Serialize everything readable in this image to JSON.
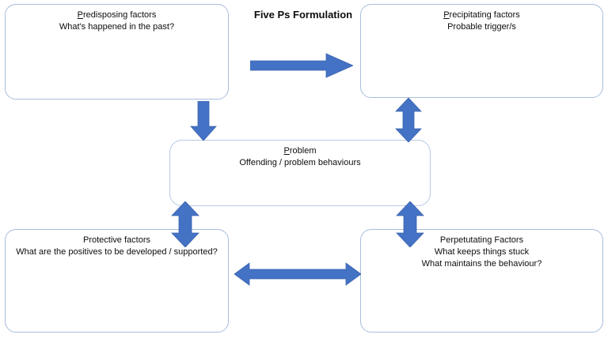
{
  "diagram": {
    "title": "Five Ps Formulation",
    "accent_color": "#4472C4",
    "box_border_color": "#A7BEDC",
    "text_color": "#0D0D0D",
    "boxes": [
      {
        "id": "predisposing",
        "title": "Predisposing factors",
        "title_underline_prefix": "P",
        "title_rest": "redisposing factors",
        "lines": [
          "What's happened in the past?"
        ]
      },
      {
        "id": "precipitating",
        "title": "Precipitating factors",
        "title_underline_prefix": "P",
        "title_rest": "recipitating factors",
        "lines": [
          "Probable trigger/s"
        ]
      },
      {
        "id": "problem",
        "title": "Problem",
        "title_underline_prefix": "P",
        "title_rest": "roblem",
        "lines": [
          "Offending / problem behaviours"
        ]
      },
      {
        "id": "protective",
        "title": "Protective factors",
        "title_underline_prefix": "",
        "title_rest": "Protective factors",
        "lines": [
          "What are the positives to be developed / supported?"
        ]
      },
      {
        "id": "perpetuating",
        "title": "Perpetutating Factors",
        "title_underline_prefix": "",
        "title_rest": "Perpetutating Factors",
        "lines": [
          "What keeps things stuck",
          "What maintains the behaviour?"
        ]
      }
    ],
    "arrows": [
      {
        "id": "top-horizontal",
        "icon": "arrow-right-icon",
        "from": "predisposing",
        "to": "precipitating",
        "direction": "right"
      },
      {
        "id": "left-down",
        "icon": "arrow-down-icon",
        "from": "predisposing",
        "to": "problem",
        "direction": "down"
      },
      {
        "id": "right-updown",
        "icon": "arrow-up-down-icon",
        "from": "precipitating",
        "to": "problem",
        "direction": "both-vertical"
      },
      {
        "id": "lowleft-updown",
        "icon": "arrow-up-down-icon",
        "from": "problem",
        "to": "protective",
        "direction": "both-vertical"
      },
      {
        "id": "lowright-updown",
        "icon": "arrow-up-down-icon",
        "from": "problem",
        "to": "perpetuating",
        "direction": "both-vertical"
      },
      {
        "id": "bottom-horizontal",
        "icon": "arrow-left-right-icon",
        "from": "protective",
        "to": "perpetuating",
        "direction": "both-horizontal"
      }
    ]
  }
}
